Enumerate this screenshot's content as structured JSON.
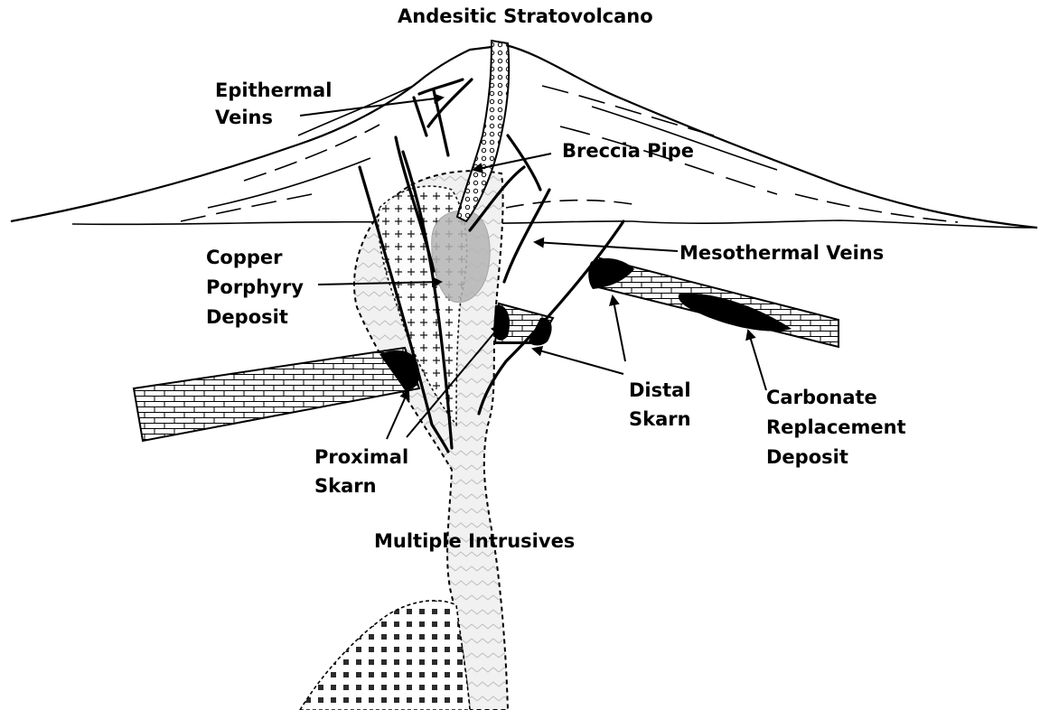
{
  "title": "Andesitic Stratovolcano",
  "labels": {
    "epithermal_veins": [
      "Epithermal",
      "Veins"
    ],
    "breccia_pipe": "Breccia Pipe",
    "mesothermal_veins": "Mesothermal Veins",
    "copper_porphyry": [
      "Copper",
      "Porphyry",
      "Deposit"
    ],
    "distal_skarn": [
      "Distal",
      "Skarn"
    ],
    "carbonate_replacement": [
      "Carbonate",
      "Replacement",
      "Deposit"
    ],
    "proximal_skarn": [
      "Proximal",
      "Skarn"
    ],
    "multiple_intrusives": "Multiple Intrusives"
  },
  "colors": {
    "ink": "#000000",
    "background": "#ffffff",
    "intrusive_fill": "#ececec",
    "porphyry_core": "#b5b5b5",
    "host_rock": "#3a3a3a"
  }
}
